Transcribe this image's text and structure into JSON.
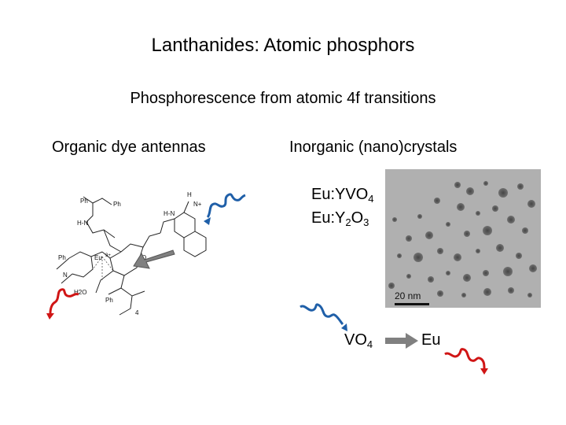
{
  "slide": {
    "title": "Lanthanides: Atomic phosphors",
    "subtitle": "Phosphorescence from atomic 4f transitions",
    "left_column": {
      "heading": "Organic dye antennas"
    },
    "right_column": {
      "heading": "Inorganic (nano)crystals",
      "formula_1": {
        "base": "Eu:YVO",
        "sub": "4"
      },
      "formula_2": {
        "a": "Eu:Y",
        "sub1": "2",
        "b": "O",
        "sub2": "3"
      },
      "tem_scale_label": "20 nm",
      "transfer_from": {
        "base": "VO",
        "sub": "4"
      },
      "transfer_to": "Eu"
    },
    "molecule_labels": {
      "metal": "Eu",
      "metal_charge": "3+",
      "water": "H2O",
      "compound_number": "4",
      "n_plus": "N+",
      "h_top": "H",
      "ph": "Ph",
      "nh": "H-N",
      "n": "N",
      "o": "O"
    },
    "colors": {
      "absorption_wave": "#1f5fa8",
      "emission_wave": "#d01515",
      "arrow_gray": "#808080"
    }
  }
}
